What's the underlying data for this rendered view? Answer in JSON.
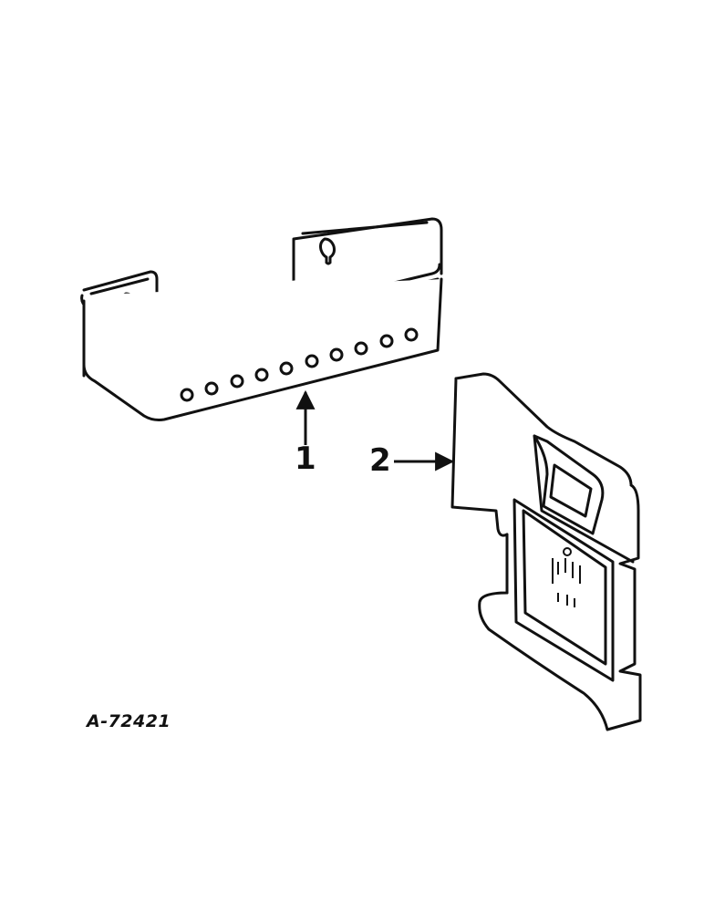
{
  "diagram": {
    "callouts": [
      {
        "number": "1",
        "part": "bracket"
      },
      {
        "number": "2",
        "part": "weight"
      }
    ],
    "reference_number": "A-72421",
    "stroke_color": "#111111",
    "background_color": "#ffffff"
  }
}
